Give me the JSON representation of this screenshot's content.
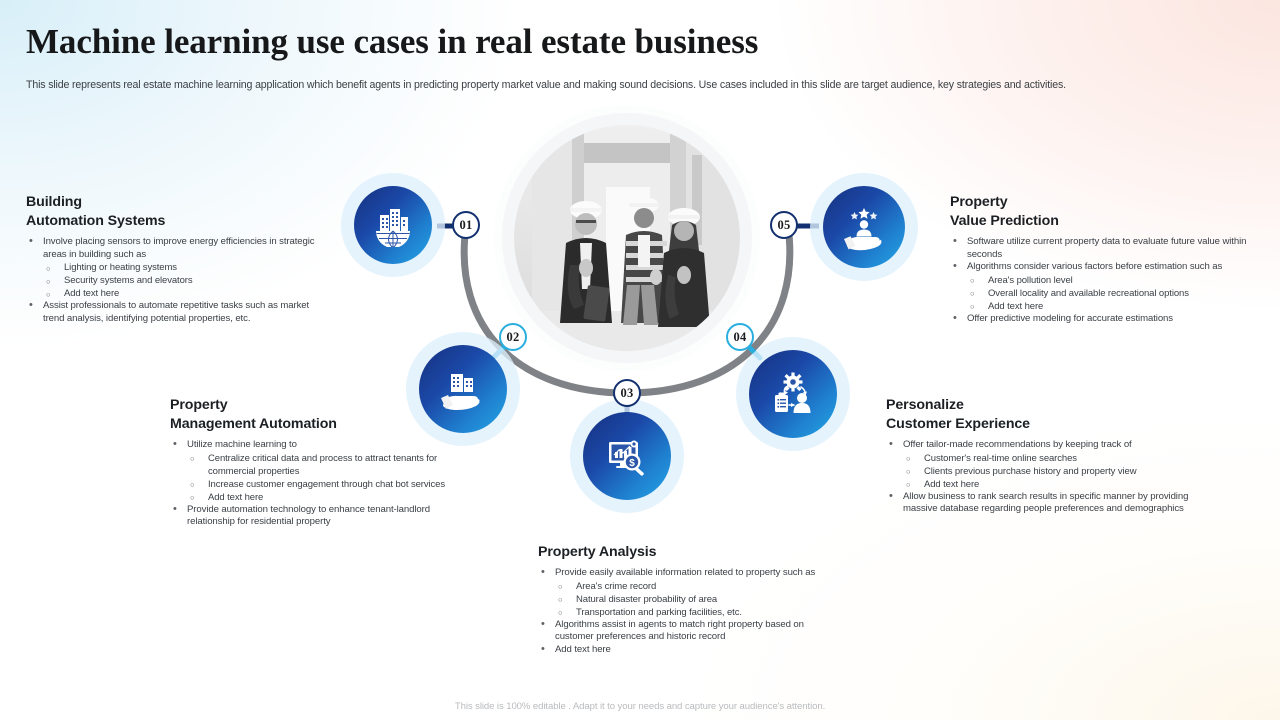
{
  "header": {
    "title": "Machine learning use cases in real estate business",
    "subtitle": "This slide represents real estate machine learning application which benefit agents in predicting property market value and making sound decisions. Use cases included in this slide are target audience, key strategies and activities."
  },
  "footer": {
    "note": "This slide is 100% editable . Adapt it to your needs and capture your audience's attention."
  },
  "colors": {
    "icon_gradient_start": "#16307e",
    "icon_gradient_end": "#24a7e6",
    "badge_ring_navy": "#12306f",
    "badge_ring_cyan": "#2aaee0",
    "arc": "#7f8286",
    "heading_text": "#1c1f23",
    "body_text": "#3a3f45",
    "bg_top_left": "#e4f0f7",
    "bg_top_right": "#fceeea",
    "bg_bottom_right": "#fdf7ec",
    "bg_bottom_left": "#ffffff"
  },
  "center_photo": {
    "alt": "Three professionals wearing hard hats talking inside a building under construction",
    "style": "grayscale"
  },
  "nodes": [
    {
      "id": "01",
      "badge": "01",
      "icon": "building-globe-icon",
      "ring": "navy"
    },
    {
      "id": "02",
      "badge": "02",
      "icon": "hand-holding-building-icon",
      "ring": "cyan"
    },
    {
      "id": "03",
      "badge": "03",
      "icon": "chart-monitor-dollar-search-icon",
      "ring": "navy"
    },
    {
      "id": "04",
      "badge": "04",
      "icon": "gear-clipboard-person-icon",
      "ring": "cyan"
    },
    {
      "id": "05",
      "badge": "05",
      "icon": "hand-holding-person-stars-icon",
      "ring": "navy"
    }
  ],
  "blocks": [
    {
      "key": "building_automation",
      "heading_line1": "Building",
      "heading_line2": "Automation Systems",
      "items": [
        {
          "text": "Involve placing sensors to improve energy efficiencies in strategic areas in building such as",
          "sub": [
            "Lighting or heating systems",
            "Security systems and elevators",
            "Add text here"
          ]
        },
        {
          "text": "Assist professionals to automate repetitive tasks such as market trend analysis, identifying potential properties, etc.",
          "sub": []
        }
      ]
    },
    {
      "key": "property_management_automation",
      "heading_line1": "Property",
      "heading_line2": "Management Automation",
      "items": [
        {
          "text": "Utilize machine learning to",
          "sub": [
            "Centralize critical data and process to attract tenants for commercial properties",
            "Increase customer engagement through chat bot services",
            "Add text here"
          ]
        },
        {
          "text": "Provide automation technology to enhance tenant-landlord relationship for residential property",
          "sub": []
        }
      ]
    },
    {
      "key": "property_analysis",
      "heading_line1": "Property Analysis",
      "heading_line2": "",
      "items": [
        {
          "text": "Provide easily available information related to property such as",
          "sub": [
            "Area's crime record",
            "Natural disaster probability of area",
            "Transportation and parking facilities, etc."
          ]
        },
        {
          "text": "Algorithms assist in agents to match right property based on customer preferences and historic record",
          "sub": []
        },
        {
          "text": "Add text here",
          "sub": []
        }
      ]
    },
    {
      "key": "property_value_prediction",
      "heading_line1": "Property",
      "heading_line2": "Value Prediction",
      "items": [
        {
          "text": "Software utilize current property data to evaluate future value within seconds",
          "sub": []
        },
        {
          "text": "Algorithms consider various factors before estimation such as",
          "sub": [
            "Area's pollution level",
            "Overall locality and available recreational options",
            "Add text here"
          ]
        },
        {
          "text": "Offer predictive modeling for accurate estimations",
          "sub": []
        }
      ]
    },
    {
      "key": "personalize_customer_experience",
      "heading_line1": "Personalize",
      "heading_line2": "Customer Experience",
      "items": [
        {
          "text": "Offer tailor-made recommendations by keeping track of",
          "sub": [
            "Customer's real-time online searches",
            "Clients previous purchase history and property view",
            "Add text here"
          ]
        },
        {
          "text": "Allow business to rank search results in specific manner by providing massive database regarding people preferences and demographics",
          "sub": []
        }
      ]
    }
  ]
}
